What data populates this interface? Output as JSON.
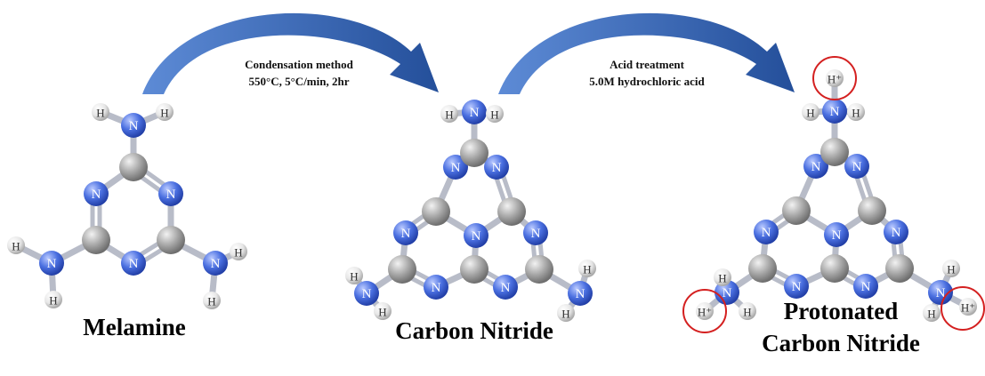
{
  "labels": {
    "nitrogen": "N",
    "hydrogen": "H",
    "proton": "H⁺"
  },
  "steps": [
    {
      "line1": "Condensation method",
      "line2": "550°C, 5°C/min, 2hr"
    },
    {
      "line1": "Acid treatment",
      "line2": "5.0M hydrochloric acid"
    }
  ],
  "compounds": [
    {
      "name_line1": "Melamine",
      "name_line2": ""
    },
    {
      "name_line1": "Carbon Nitride",
      "name_line2": ""
    },
    {
      "name_line1": "Protonated",
      "name_line2": "Carbon Nitride"
    }
  ],
  "colors": {
    "carbon": "#a6a6a6",
    "nitrogen": "#4a6fe0",
    "hydrogen": "#f0f0f0",
    "bond": "#b8bcc8",
    "arrow": "#2f5da8",
    "highlight_circle": "#d42020"
  }
}
